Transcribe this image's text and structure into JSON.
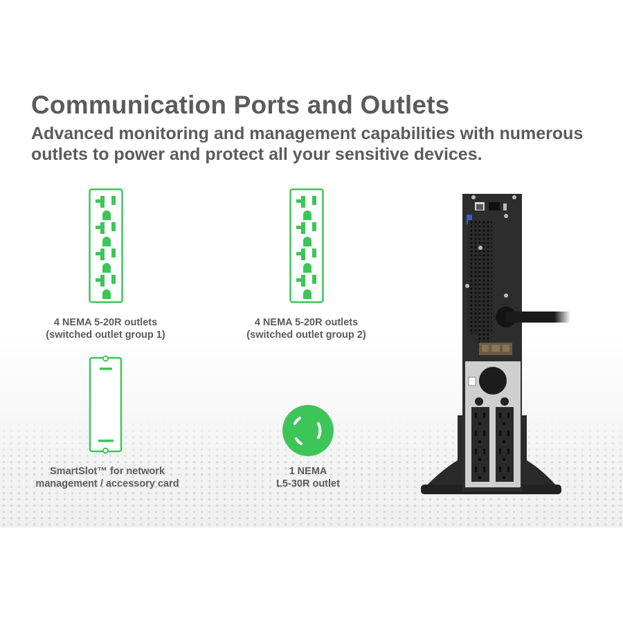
{
  "header": {
    "title": "Communication Ports and Outlets",
    "subtitle_line1": "Advanced monitoring and management capabilities with numerous",
    "subtitle_line2": "outlets to power and protect all your sensitive devices."
  },
  "features": [
    {
      "icon": "nema-5-20r-outlet-strip-icon",
      "line1": "4 NEMA 5-20R outlets",
      "line2": "(switched outlet group 1)"
    },
    {
      "icon": "nema-5-20r-outlet-strip-icon",
      "line1": "4 NEMA 5-20R outlets",
      "line2": "(switched outlet group 2)"
    },
    {
      "icon": "smartslot-card-icon",
      "line1": "SmartSlot™ for network",
      "line2": "management / accessory card"
    },
    {
      "icon": "nema-l5-30r-twist-lock-icon",
      "line1": "1 NEMA",
      "line2": "L5-30R outlet"
    }
  ],
  "product_image": {
    "name": "ups-rear-panel"
  },
  "colors": {
    "accent_green": "#3ec55a",
    "text_gray": "#5b5b5b",
    "device_black": "#2a2a2a"
  }
}
